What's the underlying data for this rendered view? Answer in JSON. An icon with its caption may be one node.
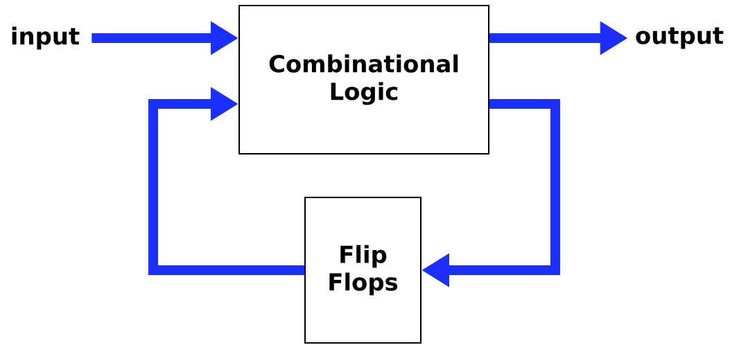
{
  "diagram": {
    "nodes": [
      {
        "text": [
          "input"
        ]
      },
      {
        "text": [
          "Combinational Logic"
        ]
      },
      {
        "text": [
          "output"
        ]
      },
      {
        "text": [
          "Flip Flops"
        ]
      }
    ],
    "edges": [
      {
        "from": 0,
        "to": 1,
        "arrow": "to"
      },
      {
        "from": 1,
        "to": 2,
        "arrow": "to"
      },
      {
        "from": 1,
        "to": 3,
        "arrow": "to"
      },
      {
        "from": 3,
        "to": 1,
        "arrow": "to"
      }
    ]
  }
}
